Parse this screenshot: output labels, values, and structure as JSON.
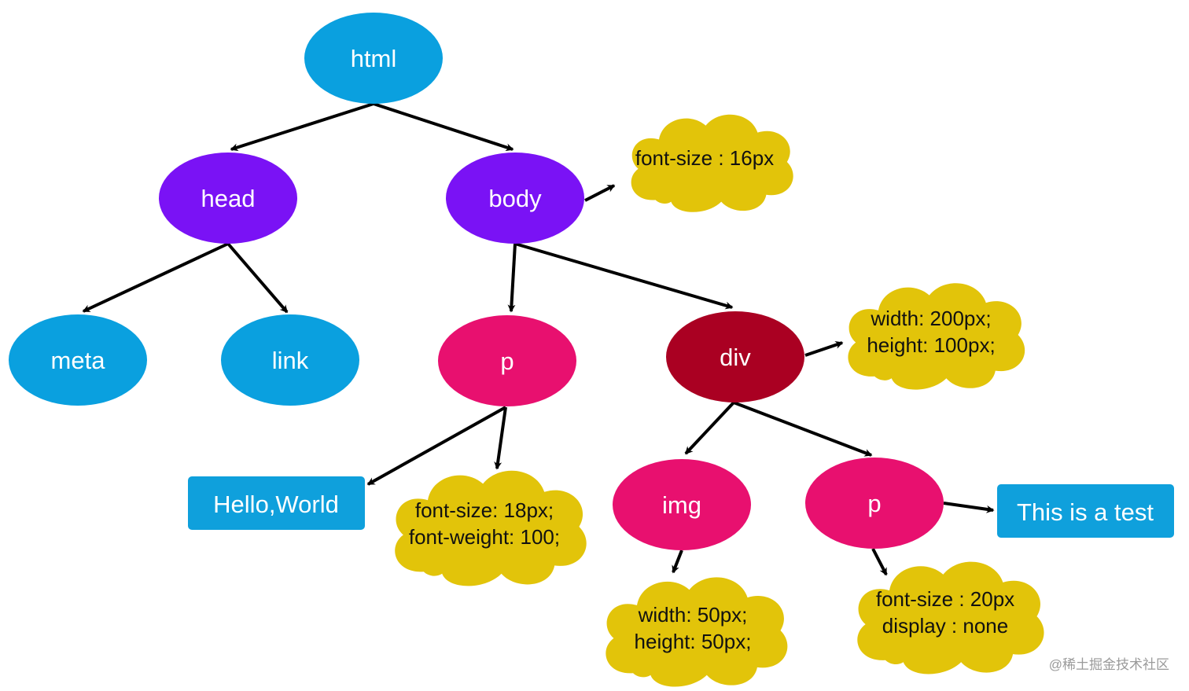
{
  "colors": {
    "blue_node": "#0aa0df",
    "purple_node": "#7a12f5",
    "pink_node": "#e8106f",
    "dark_red_node": "#aa0022",
    "style_cloud": "#e2c40a",
    "text_box": "#0fa0dc",
    "arrow": "#000000"
  },
  "nodes": {
    "html": "html",
    "head": "head",
    "body": "body",
    "meta": "meta",
    "link": "link",
    "p1": "p",
    "div": "div",
    "img": "img",
    "p2": "p"
  },
  "styles": {
    "body": [
      "font-size : 16px"
    ],
    "div": [
      "width: 200px;",
      "height: 100px;"
    ],
    "p1": [
      "font-size: 18px;",
      "font-weight: 100;"
    ],
    "img": [
      "width: 50px;",
      "height: 50px;"
    ],
    "p2": [
      "font-size : 20px",
      "display : none"
    ]
  },
  "text_nodes": {
    "hello": "Hello,World",
    "test": "This is a test"
  },
  "watermark": "@稀土掘金技术社区"
}
